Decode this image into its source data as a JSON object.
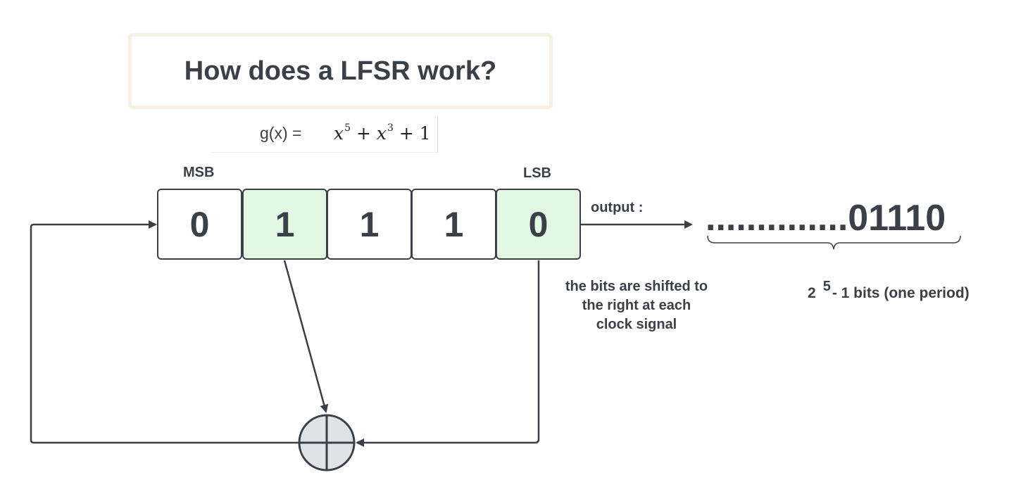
{
  "title": "How does a LFSR work?",
  "polynomial": {
    "label": "g(x) =",
    "term1_base": "x",
    "term1_exp": "5",
    "plus1": "+",
    "term2_base": "x",
    "term2_exp": "3",
    "plus2": "+",
    "constant": "1"
  },
  "register": {
    "msb_label": "MSB",
    "lsb_label": "LSB",
    "cells": [
      "0",
      "1",
      "1",
      "1",
      "0"
    ],
    "tap_cells": [
      1,
      4
    ],
    "tap_color": "#e3f8e3"
  },
  "output": {
    "label": "output :",
    "stream": "..............01110"
  },
  "shift_note": {
    "line1": "the bits are shifted to",
    "line2": "the right at each",
    "line3": "clock signal"
  },
  "period": {
    "base": "2",
    "exp": "5",
    "rest": "- 1 bits (one period)"
  },
  "icons": {
    "xor": "xor-gate-icon"
  },
  "colors": {
    "stroke": "#3a3f48",
    "tap_fill": "#e3f8e3",
    "xor_fill": "#dfe2e7",
    "title_border": "#f5f2e3"
  }
}
